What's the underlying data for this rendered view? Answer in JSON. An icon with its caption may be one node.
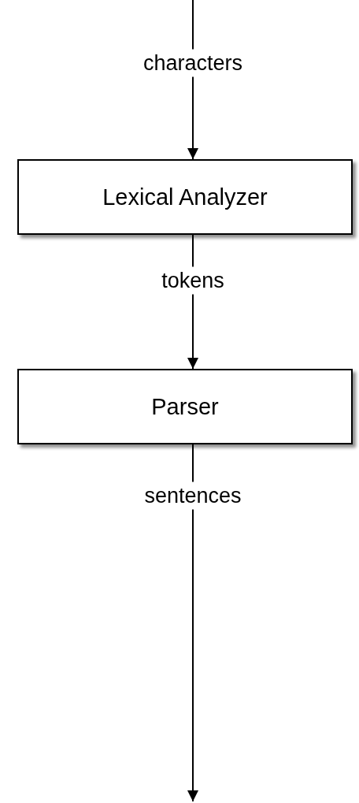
{
  "diagram": {
    "nodes": [
      {
        "text": [
          "Lexical Analyzer"
        ]
      },
      {
        "text": [
          "Parser"
        ]
      }
    ],
    "edges": [
      {
        "from": null,
        "to": 0,
        "arrow": "to",
        "label": "characters"
      },
      {
        "from": 0,
        "to": 1,
        "arrow": "to",
        "label": "tokens"
      },
      {
        "from": 1,
        "to": null,
        "arrow": "to",
        "label": "sentences"
      }
    ]
  }
}
